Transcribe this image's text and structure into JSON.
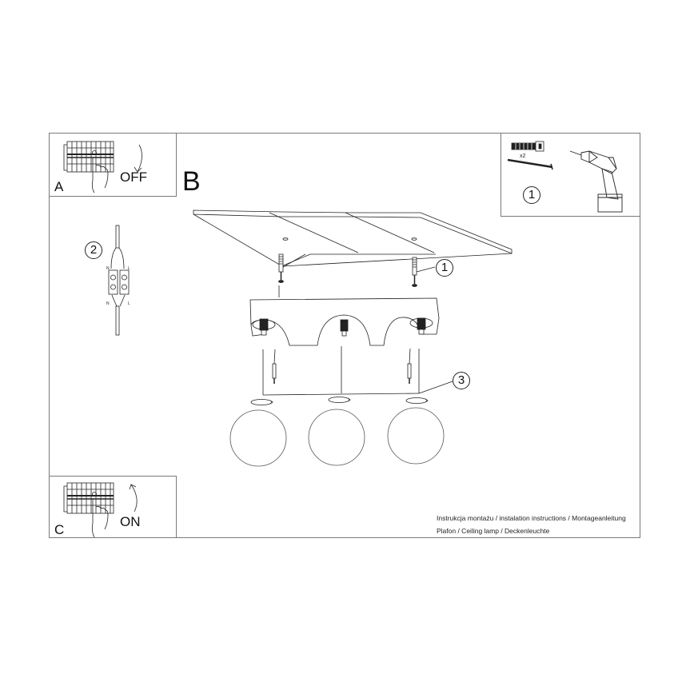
{
  "document": {
    "type": "assembly-instructions",
    "main_step_label": "B",
    "captions": {
      "line1": "Instrukcja montażu / instalation instructions / Montageanleitung",
      "line2": "Plafon / Ceiling lamp / Deckenleuchte"
    }
  },
  "panels": {
    "power_off": {
      "letter": "A",
      "state": "OFF"
    },
    "power_on": {
      "letter": "C",
      "state": "ON"
    },
    "tools": {
      "quantity": "x2",
      "callout": "1"
    },
    "wiring": {
      "callout": "2",
      "labels": {
        "neutral": "N",
        "live": "L"
      }
    }
  },
  "callouts": {
    "screws": "1",
    "fixing": "3"
  },
  "shades": {
    "count": 3
  },
  "colors": {
    "line": "#222222",
    "frame": "#7a7a7a",
    "background": "#ffffff"
  }
}
